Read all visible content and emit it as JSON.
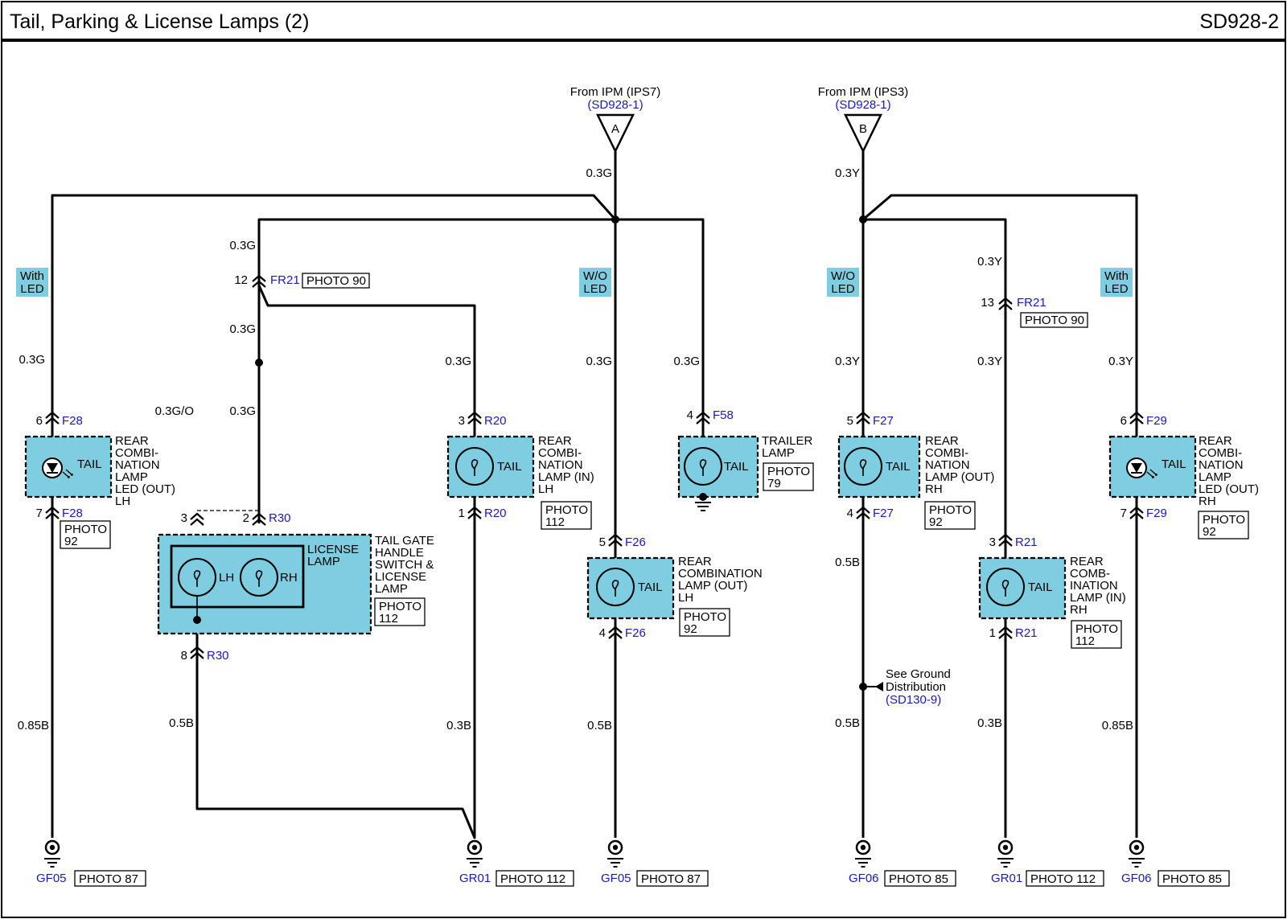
{
  "header": {
    "title": "Tail, Parking & License Lamps (2)",
    "code": "SD928-2"
  },
  "sources": [
    {
      "label": "From IPM (IPS7)",
      "ref": "(SD928-1)",
      "letter": "A",
      "wire": "0.3G"
    },
    {
      "label": "From IPM (IPS3)",
      "ref": "(SD928-1)",
      "letter": "B",
      "wire": "0.3Y"
    }
  ],
  "tags": {
    "with_led": [
      "With",
      "LED"
    ],
    "wo_led": [
      "W/O",
      "LED"
    ]
  },
  "wires": {
    "g": "0.3G",
    "go": "0.3G/O",
    "y": "0.3Y",
    "b085": "0.85B",
    "b05": "0.5B",
    "b03": "0.3B"
  },
  "connectors": {
    "fr21_g": {
      "pin": "12",
      "name": "FR21",
      "photo": "PHOTO 90"
    },
    "fr21_y": {
      "pin": "13",
      "name": "FR21",
      "photo": "PHOTO 90"
    },
    "f28_in": {
      "pin": "6",
      "name": "F28"
    },
    "f28_out": {
      "pin": "7",
      "name": "F28"
    },
    "r30_a": {
      "pin": "3",
      "name": ""
    },
    "r30_b": {
      "pin": "2",
      "name": "R30"
    },
    "r30_c": {
      "pin": "8",
      "name": "R30"
    },
    "r20_in": {
      "pin": "3",
      "name": "R20"
    },
    "r20_out": {
      "pin": "1",
      "name": "R20"
    },
    "f26_in": {
      "pin": "5",
      "name": "F26"
    },
    "f26_out": {
      "pin": "4",
      "name": "F26"
    },
    "f58": {
      "pin": "4",
      "name": "F58"
    },
    "f27_in": {
      "pin": "5",
      "name": "F27"
    },
    "f27_out": {
      "pin": "4",
      "name": "F27"
    },
    "r21_in": {
      "pin": "3",
      "name": "R21"
    },
    "r21_out": {
      "pin": "1",
      "name": "R21"
    },
    "f29_in": {
      "pin": "6",
      "name": "F29"
    },
    "f29_out": {
      "pin": "7",
      "name": "F29"
    }
  },
  "components": {
    "tail_label": "TAIL",
    "lh": "LH",
    "rh": "RH",
    "rcl_led_lh": {
      "lines": [
        "REAR",
        "COMBI-",
        "NATION",
        "LAMP",
        "LED (OUT)",
        "LH"
      ],
      "photo": [
        "PHOTO",
        "92"
      ]
    },
    "license": {
      "inner": [
        "LICENSE",
        "LAMP"
      ],
      "outer": [
        "TAIL GATE",
        "HANDLE",
        "SWITCH &",
        "LICENSE",
        "LAMP"
      ],
      "photo": [
        "PHOTO",
        "112"
      ]
    },
    "rcl_in_lh": {
      "lines": [
        "REAR",
        "COMBI-",
        "NATION",
        "LAMP (IN)",
        "LH"
      ],
      "photo": [
        "PHOTO",
        "112"
      ]
    },
    "rcl_out_lh": {
      "lines": [
        "REAR",
        "COMBINATION",
        "LAMP (OUT)",
        "LH"
      ],
      "photo": [
        "PHOTO",
        "92"
      ]
    },
    "trailer": {
      "lines": [
        "TRAILER",
        "LAMP"
      ],
      "photo": [
        "PHOTO",
        "79"
      ]
    },
    "rcl_out_rh": {
      "lines": [
        "REAR",
        "COMBI-",
        "NATION",
        "LAMP (OUT)",
        "RH"
      ],
      "photo": [
        "PHOTO",
        "92"
      ]
    },
    "rcl_in_rh": {
      "lines": [
        "REAR",
        "COMB-",
        "INATION",
        "LAMP (IN)",
        "RH"
      ],
      "photo": [
        "PHOTO",
        "112"
      ]
    },
    "rcl_led_rh": {
      "lines": [
        "REAR",
        "COMBI-",
        "NATION",
        "LAMP",
        "LED (OUT)",
        "RH"
      ],
      "photo": [
        "PHOTO",
        "92"
      ]
    }
  },
  "ground_dist": {
    "lines": [
      "See Ground",
      "Distribution"
    ],
    "ref": "(SD130-9)"
  },
  "grounds": [
    {
      "name": "GF05",
      "photo": "PHOTO 87"
    },
    {
      "name": "GR01",
      "photo": "PHOTO 112"
    },
    {
      "name": "GF05",
      "photo": "PHOTO 87"
    },
    {
      "name": "GF06",
      "photo": "PHOTO 85"
    },
    {
      "name": "GR01",
      "photo": "PHOTO 112"
    },
    {
      "name": "GF06",
      "photo": "PHOTO 85"
    }
  ]
}
